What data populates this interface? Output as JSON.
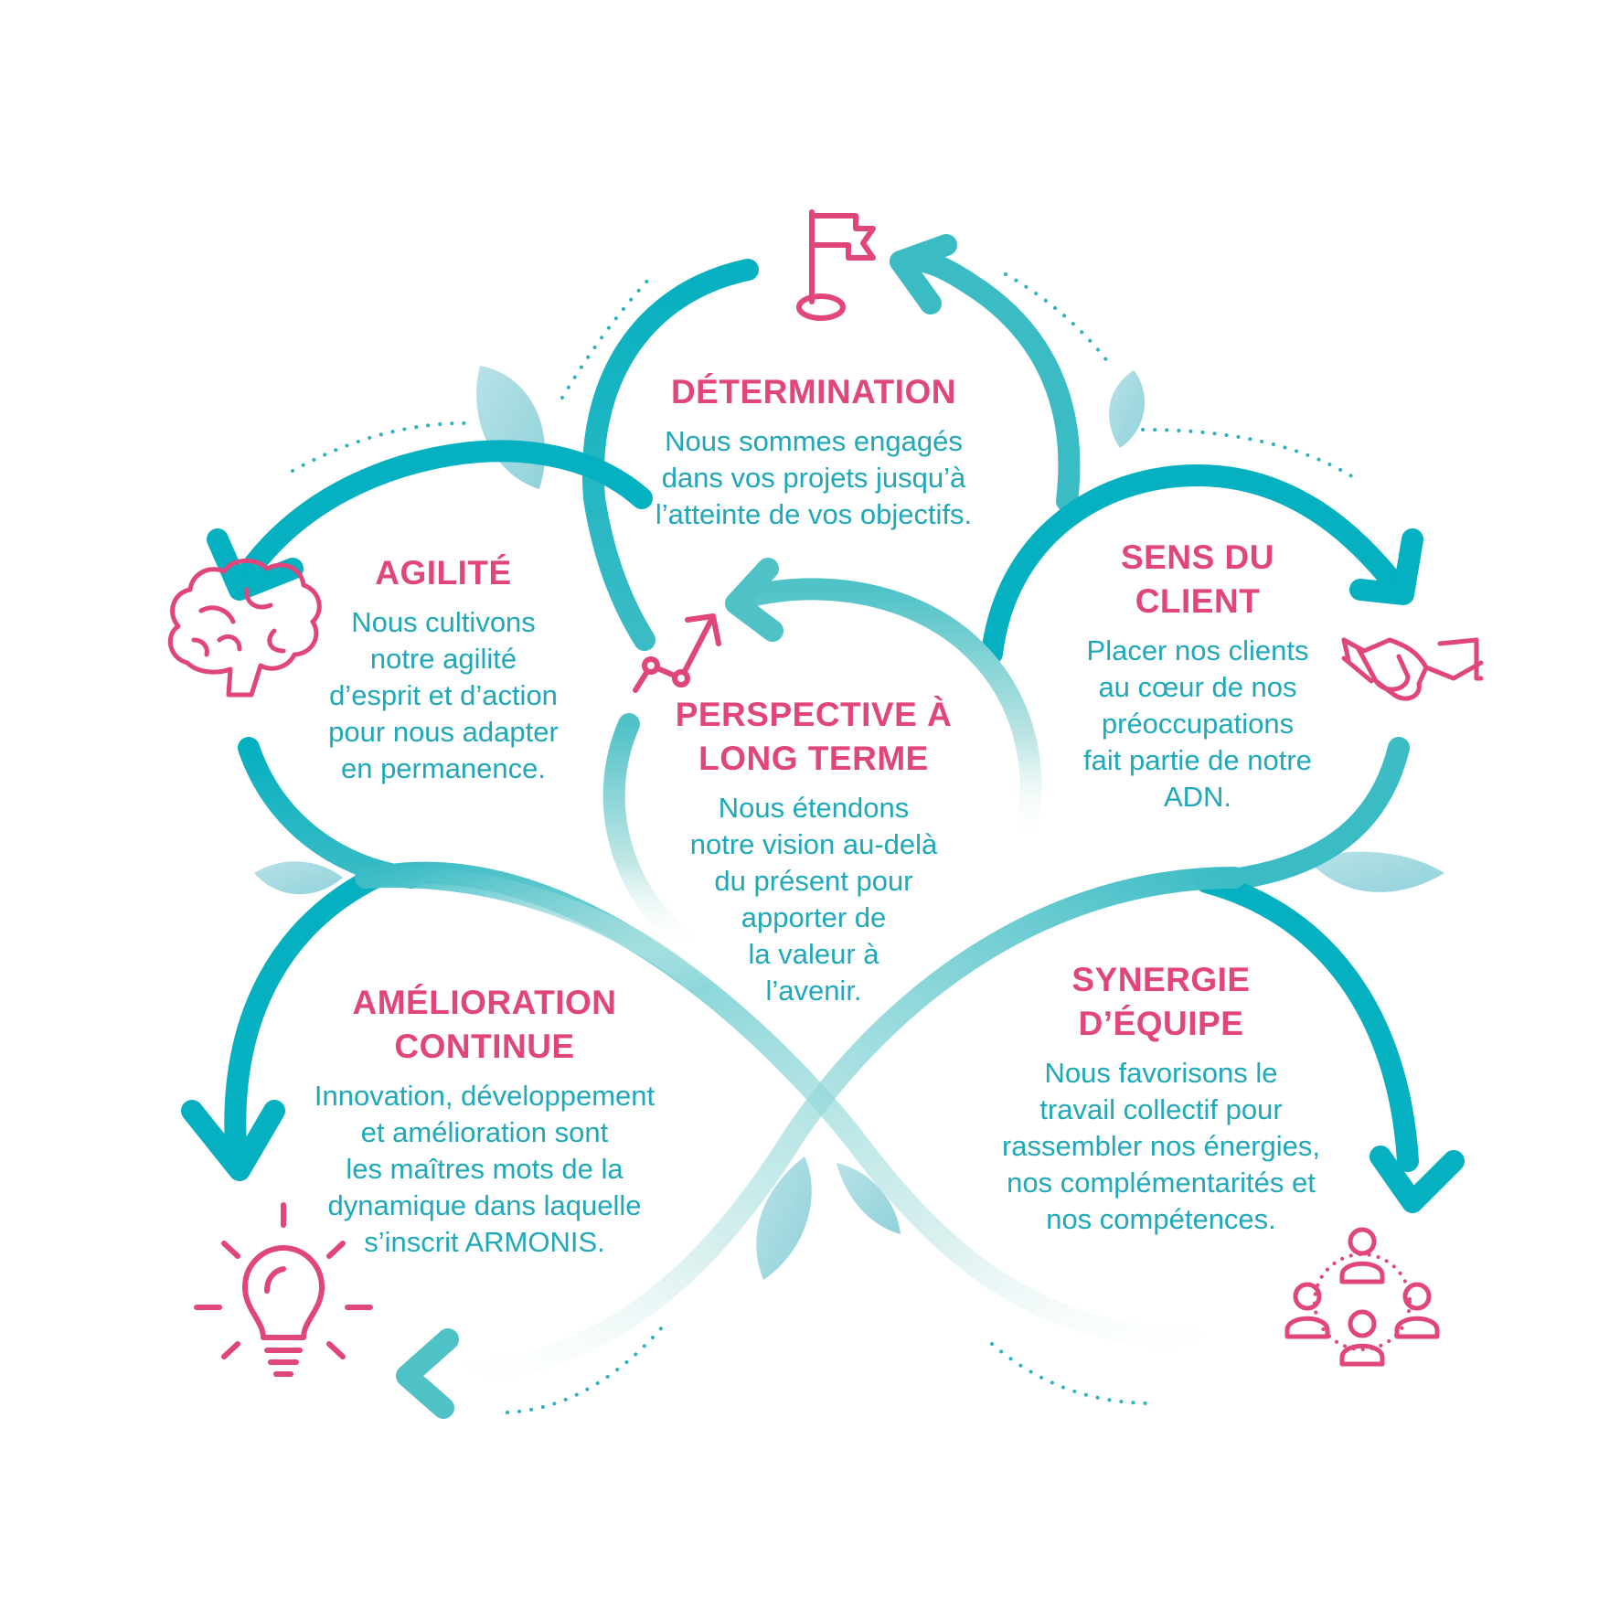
{
  "colors": {
    "accent_pink": "#e0457b",
    "teal_dark": "#05b0c0",
    "teal_light": "#7fd0d3",
    "text_teal": "#1fa8b8"
  },
  "sections": {
    "determination": {
      "icon": "flag-icon",
      "title": "DÉTERMINATION",
      "lines": [
        "Nous sommes engagés",
        "dans vos projets jusqu’à",
        "l’atteinte de vos objectifs."
      ]
    },
    "agilite": {
      "icon": "brain-icon",
      "title": "AGILITÉ",
      "lines": [
        "Nous cultivons",
        "notre agilité",
        "d’esprit et d’action",
        "pour nous adapter",
        "en permanence."
      ]
    },
    "sens_client": {
      "icon": "handshake-icon",
      "title_lines": [
        "SENS DU",
        "CLIENT"
      ],
      "lines": [
        "Placer nos clients",
        "au cœur de nos",
        "préoccupations",
        "fait partie de notre",
        "ADN."
      ]
    },
    "perspective": {
      "icon": "growth-chart-icon",
      "title_lines": [
        "PERSPECTIVE À",
        "LONG TERME"
      ],
      "lines": [
        "Nous étendons",
        "notre vision au-delà",
        "du présent pour",
        "apporter de",
        "la valeur à",
        "l’avenir."
      ]
    },
    "amelioration": {
      "icon": "lightbulb-icon",
      "title_lines": [
        "AMÉLIORATION",
        "CONTINUE"
      ],
      "lines": [
        "Innovation, développement",
        "et amélioration sont",
        "les maîtres mots de la",
        "dynamique dans laquelle",
        "s’inscrit ARMONIS."
      ]
    },
    "synergie": {
      "icon": "team-icon",
      "title_lines": [
        "SYNERGIE",
        "D’ÉQUIPE"
      ],
      "lines": [
        "Nous favorisons le",
        "travail collectif pour",
        "rassembler nos énergies,",
        "nos complémentarités et",
        "nos compétences."
      ]
    }
  }
}
